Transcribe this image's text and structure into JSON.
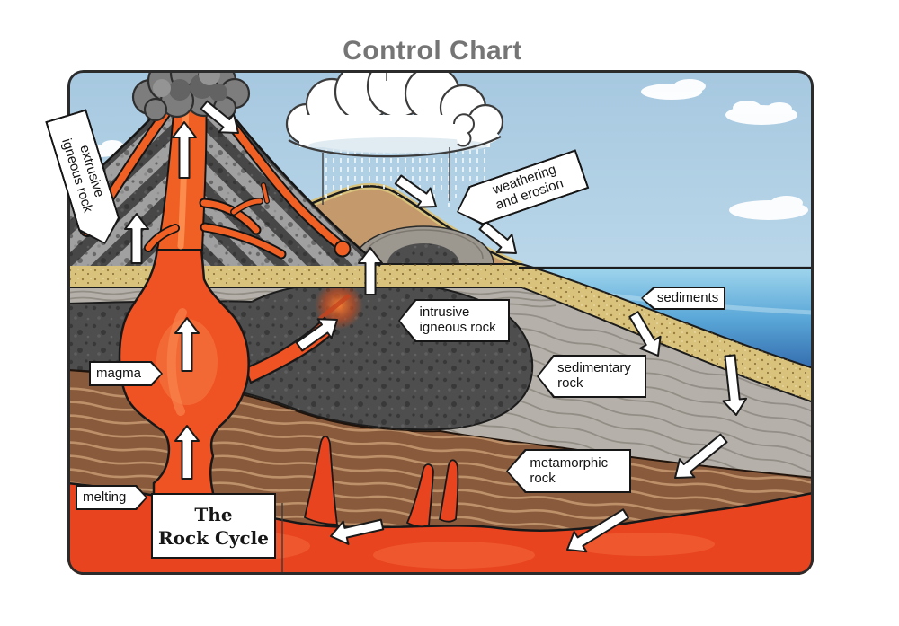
{
  "title": "Control Chart",
  "labels": {
    "extrusive": "extrusive\nigneous rock",
    "weathering": "weathering\nand erosion",
    "sediments": "sediments",
    "intrusive": "intrusive\nigneous rock",
    "sedimentary": "sedimentary\nrock",
    "magma": "magma",
    "metamorphic": "metamorphic\nrock",
    "melting": "melting",
    "center": "The\nRock Cycle"
  },
  "palette": {
    "title_gray": "#757575",
    "sky_blue": "#bcd9ec",
    "sea_blue": "#4c8fcc",
    "sand": "#d9c37c",
    "rock_gray": "#b5b1aa",
    "rock_dark": "#4e4e4e",
    "earth_brown": "#8a5a3c",
    "lava_orange": "#ef5223",
    "magma_red": "#e8441f",
    "smoke_gray": "#7d7d7d"
  }
}
